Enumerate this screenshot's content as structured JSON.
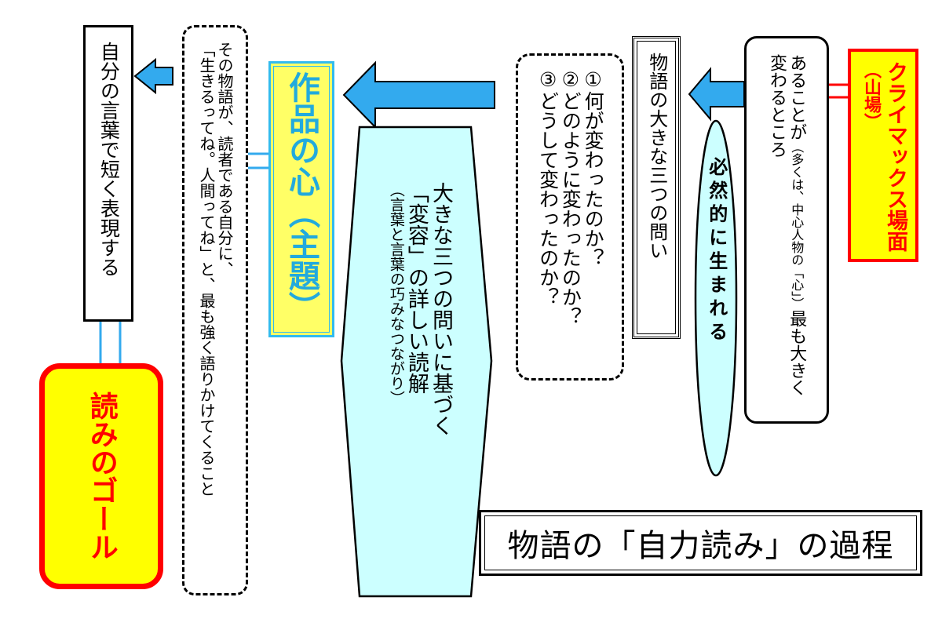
{
  "climax": {
    "title": "クライマックス場面",
    "sub": "（山場）"
  },
  "change": {
    "text_a": "あることが",
    "paren": "（多くは、中心人物の「心」）",
    "text_b": "最も大きく変わるところ"
  },
  "inevitable": {
    "text": "必然的に生まれる"
  },
  "three_questions": {
    "title": "物語の大きな三つの問い"
  },
  "questions": [
    "①何が変わったのか？",
    "②どのように変わったのか？",
    "③どうして変わったのか？"
  ],
  "deep_reading": {
    "line1": "大きな三つの問いに基づく",
    "line2": "「変容」の詳しい読解",
    "line3": "（言葉と言葉の巧みなつながり）"
  },
  "theme": {
    "text": "作品の心（主題）"
  },
  "meaning": {
    "line1": "その物語が、読者である自分に、",
    "line2": "「生きるってね。人間ってね」と、最も強く語りかけてくること"
  },
  "express": {
    "text": "自分の言葉で短く表現する"
  },
  "goal": {
    "text": "読みのゴール"
  },
  "title": {
    "text": "物語の「自力読み」の過程"
  },
  "colors": {
    "arrow": "#33aaee",
    "goal_fill": "#ffff00",
    "goal_border": "#ff0000",
    "theme_text": "#22aadd",
    "reading_fill": "#ccffff"
  }
}
